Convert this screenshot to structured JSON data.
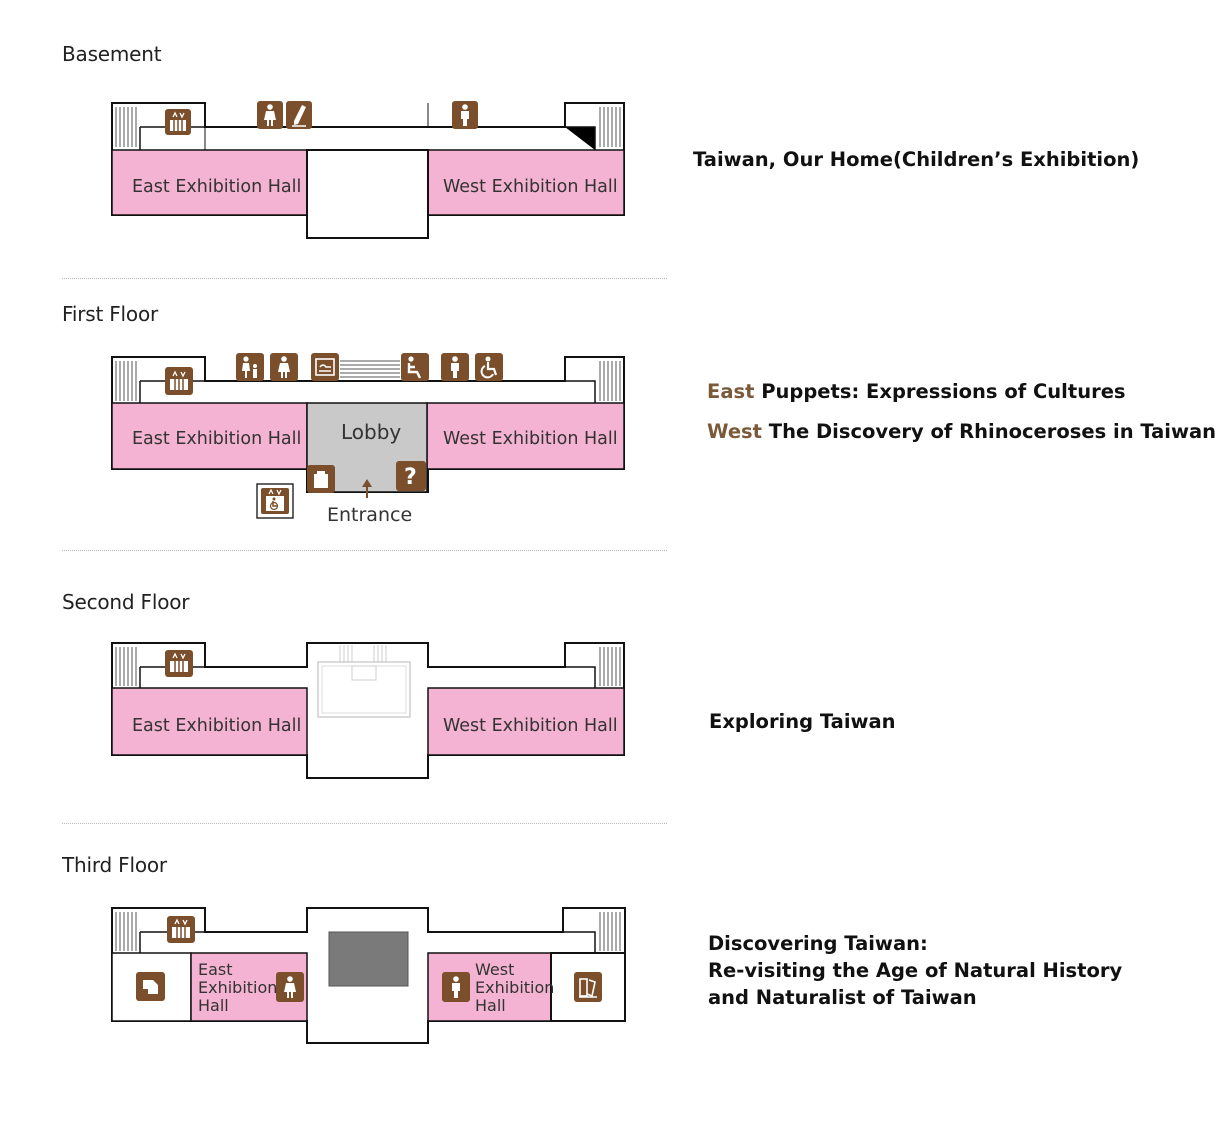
{
  "floors": [
    {
      "title": "Basement",
      "east_hall": "East Exhibition Hall",
      "west_hall": "West Exhibition Hall",
      "exhibition": "Taiwan, Our Home(Children’s Exhibition)"
    },
    {
      "title": "First Floor",
      "east_hall": "East Exhibition Hall",
      "west_hall": "West Exhibition Hall",
      "lobby": "Lobby",
      "entrance": "Entrance",
      "east_tag": "East",
      "east_exhibition": "Puppets: Expressions of Cultures",
      "west_tag": "West",
      "west_exhibition": "The Discovery of Rhinoceroses in Taiwan"
    },
    {
      "title": "Second Floor",
      "east_hall": "East Exhibition Hall",
      "west_hall": "West Exhibition Hall",
      "exhibition": "Exploring Taiwan"
    },
    {
      "title": "Third Floor",
      "east_hall_lines": [
        "East",
        "Exhibition",
        "Hall"
      ],
      "west_hall_lines": [
        "West",
        "Exhibition",
        "Hall"
      ],
      "exhibition_lines": [
        "Discovering Taiwan:",
        "Re-visiting the Age of Natural History",
        "and Naturalist of Taiwan"
      ]
    }
  ],
  "colors": {
    "hall_pink": "#f4b3d2",
    "lobby_gray": "#c9c9c9",
    "dark_block": "#7a7a7a",
    "icon_brown": "#7b4f2b",
    "accent_brown": "#7b5a3a"
  },
  "icons": {
    "elevator": "elevator-icon",
    "restroom_men": "restroom-men-icon",
    "restroom_women": "restroom-women-icon",
    "nursing": "nursing-room-icon",
    "family_restroom": "family-restroom-icon",
    "accessible": "accessible-icon",
    "accessible_restroom": "accessible-restroom-icon",
    "locker": "locker-icon",
    "info": "information-icon",
    "accessible_elevator": "accessible-elevator-icon",
    "souvenir": "souvenir-shop-icon",
    "library": "library-icon",
    "craft": "craft-icon"
  }
}
